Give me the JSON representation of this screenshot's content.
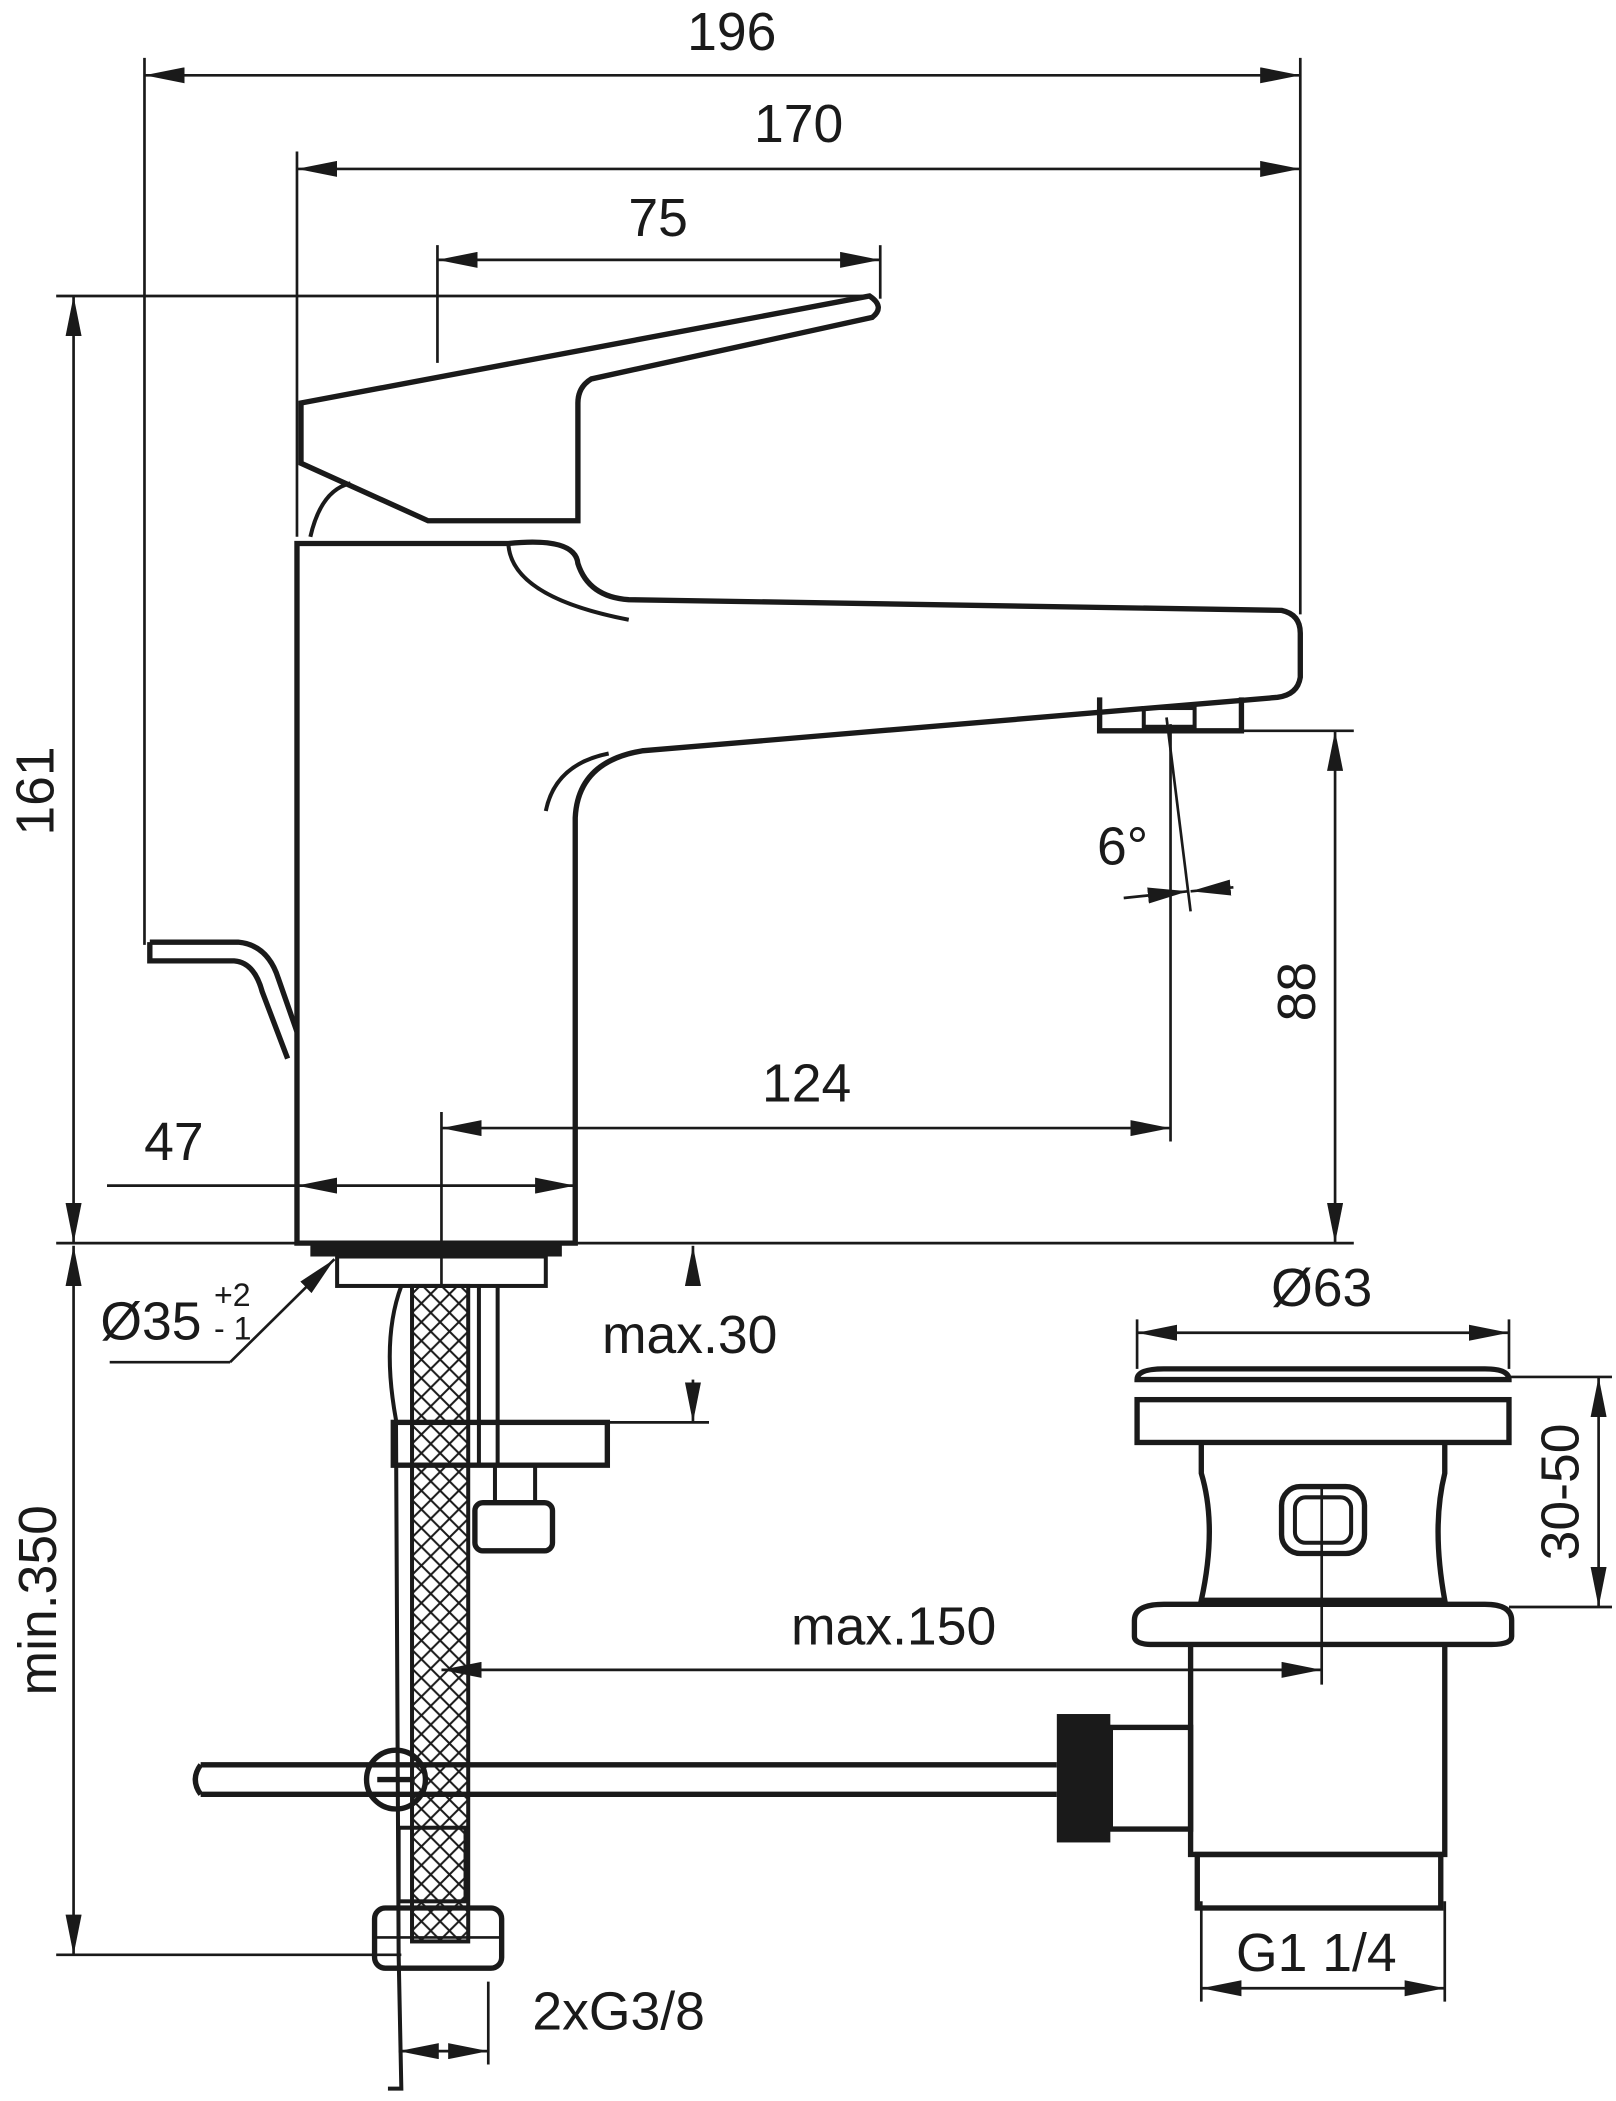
{
  "drawing": {
    "dimensions": {
      "overall_width": "196",
      "spout_reach_width": "170",
      "handle_length": "75",
      "overall_height": "161",
      "spray_angle": "6°",
      "spout_height": "88",
      "spout_projection": "124",
      "body_width": "47",
      "hole_diameter": "Ø35",
      "hole_tolerance_plus": "+2",
      "hole_tolerance_minus": "- 1",
      "max_deck_thickness": "max.30",
      "waste_diameter": "Ø63",
      "waste_height_range": "30-50",
      "min_hose_length": "min.350",
      "max_rod_distance": "max.150",
      "waste_thread": "G1 1/4",
      "hose_connection": "2xG3/8"
    },
    "colors": {
      "line": "#1a1a1a",
      "background": "#ffffff"
    }
  }
}
